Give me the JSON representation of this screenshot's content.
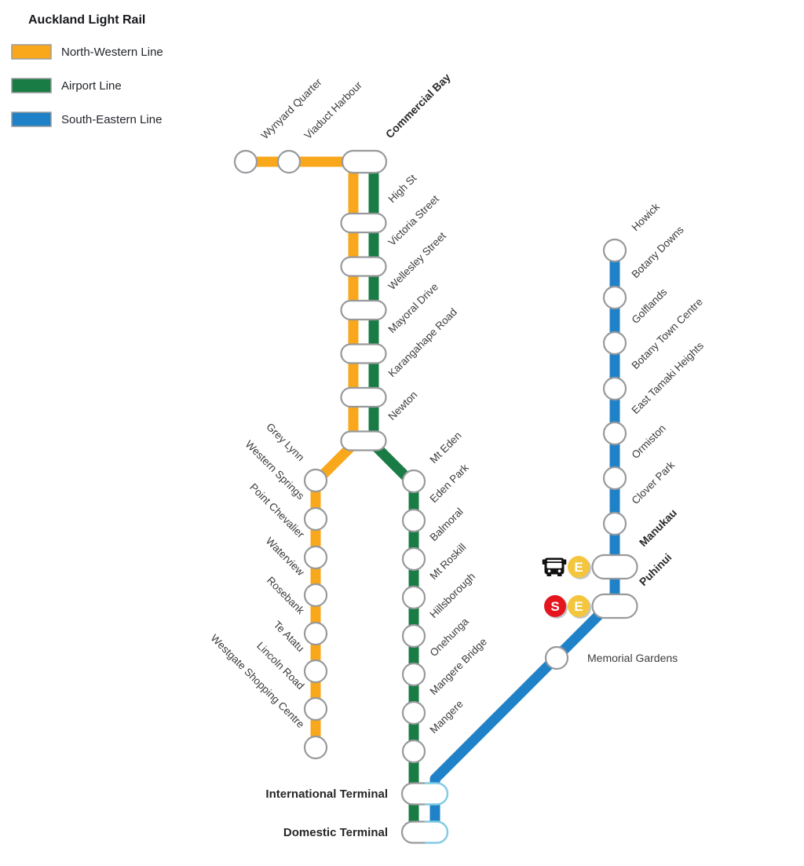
{
  "legend": {
    "title": "Auckland Light Rail",
    "items": [
      {
        "id": "north-western",
        "label": "North-Western Line",
        "color": "#F9A71B"
      },
      {
        "id": "airport",
        "label": "Airport Line",
        "color": "#1A7C45"
      },
      {
        "id": "south-eastern",
        "label": "South-Eastern Line",
        "color": "#1F82C8"
      }
    ]
  },
  "stations": {
    "harbour": [
      "Wynyard Quarter",
      "Viaduct Harbour"
    ],
    "commercial_bay": "Commercial Bay",
    "trunk": [
      "High St",
      "Victoria Street",
      "Wellesley Street",
      "Mayoral Drive",
      "Karangahape Road",
      "Newton"
    ],
    "north_western": [
      "Grey Lynn",
      "Western Springs",
      "Point Chevalier",
      "Waterview",
      "Rosebank",
      "Te Atatu",
      "Lincoln Road",
      "Westgate Shopping Centre"
    ],
    "airport": [
      "Mt Eden",
      "Eden Park",
      "Balmoral",
      "Mt Roskill",
      "Hillsborough",
      "Onehunga",
      "Mangere Bridge",
      "Mangere"
    ],
    "south_eastern": [
      "Howick",
      "Botany Downs",
      "Golflands",
      "Botany Town Centre",
      "East Tamaki Heights",
      "Ormiston",
      "Clover Park"
    ],
    "manukau": "Manukau",
    "puhinui": "Puhinui",
    "memorial_gardens": "Memorial Gardens",
    "terminals": [
      "International Terminal",
      "Domestic Terminal"
    ]
  },
  "badges": {
    "express": {
      "letter": "E",
      "color": "#F3C63E"
    },
    "rail_s": {
      "letter": "S",
      "color": "#E4151D"
    }
  },
  "colors": {
    "terminal_ring": "#7ECDE9",
    "station_outline": "#97999C"
  }
}
